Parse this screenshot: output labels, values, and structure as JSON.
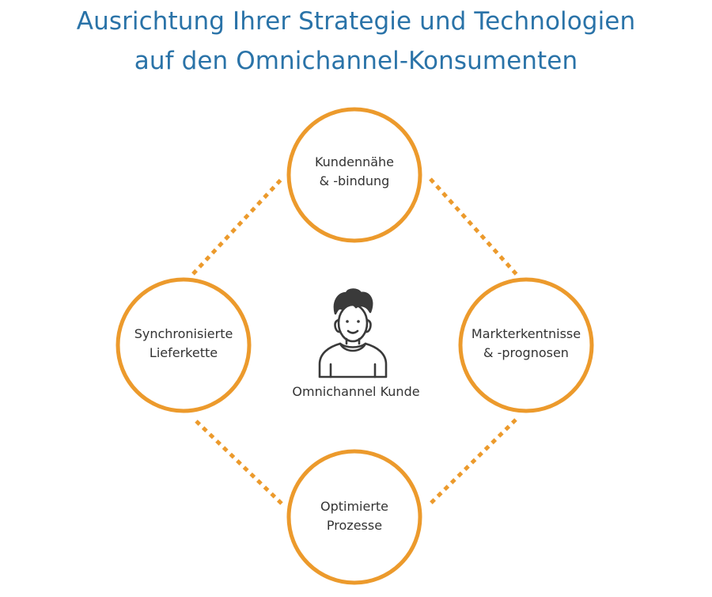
{
  "title": {
    "line1": "Ausrichtung Ihrer Strategie und Technologien",
    "line2": "auf den Omnichannel-Konsumenten"
  },
  "colors": {
    "title": "#2a73a8",
    "accent": "#ec9a2c",
    "text": "#333333",
    "icon": "#3a3a3a"
  },
  "center": {
    "icon": "person-icon",
    "label": "Omnichannel Kunde"
  },
  "nodes": {
    "top": {
      "line1": "Kundennähe",
      "line2": "& -bindung"
    },
    "right": {
      "line1": "Markterkentnisse",
      "line2": "& -prognosen"
    },
    "bottom": {
      "line1": "Optimierte",
      "line2": "Prozesse"
    },
    "left": {
      "line1": "Synchronisierte",
      "line2": "Lieferkette"
    }
  }
}
